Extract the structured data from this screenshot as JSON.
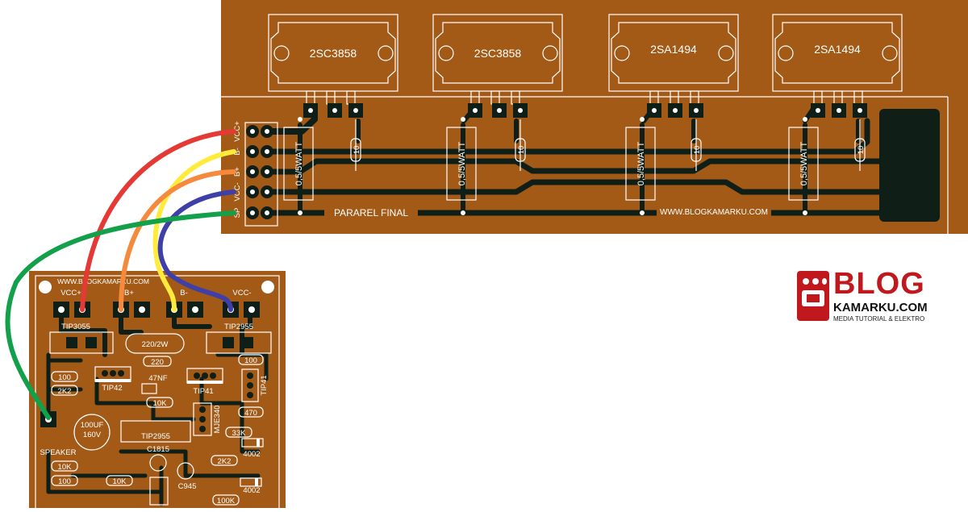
{
  "power_board": {
    "transistors": [
      "2SC3858",
      "2SC3858",
      "2SA1494",
      "2SA1494"
    ],
    "resistor_watt_label": "0,5/5WATT",
    "resistor_small_label": "10",
    "connector_labels": [
      "VCC+",
      "B-",
      "B+",
      "VCC-",
      "SP"
    ],
    "footer_left": "PARAREL FINAL",
    "footer_right": "WWW.BLOGKAMARKU.COM"
  },
  "driver_board": {
    "site": "WWW.BLOGKAMARKU.COM",
    "top_labels": [
      "VCC+",
      "B+",
      "B-",
      "VCC-"
    ],
    "components": {
      "tip3055": "TIP3055",
      "tip2955_top": "TIP2955",
      "r220_2w": "220/2W",
      "r220": "220",
      "r100_top": "100",
      "r100_left": "100",
      "r2k2_left": "2K2",
      "tip42": "TIP42",
      "c47nf": "47NF",
      "tip41_mid": "TIP41",
      "tip41_right": "TIP41",
      "r10k_mid": "10K",
      "mje340": "MJE340",
      "r470": "470",
      "cap_value": "100UF",
      "cap_voltage": "160V",
      "tip2955_bottom": "TIP2955",
      "r33k": "33K",
      "c1815": "C1815",
      "speaker": "SPEAKER",
      "r10k_left": "10K",
      "r2k2_right": "2K2",
      "d4002_a": "4002",
      "r100_bottom": "100",
      "r10k_bottom": "10K",
      "c945": "C945",
      "d4002_b": "4002",
      "r100k": "100K"
    }
  },
  "wires": [
    {
      "name": "VCC+",
      "color": "#e53935"
    },
    {
      "name": "B-",
      "color": "#ffeb3b"
    },
    {
      "name": "B+",
      "color": "#f58a3c"
    },
    {
      "name": "VCC-",
      "color": "#3f3fa8"
    },
    {
      "name": "SP",
      "color": "#13a04a"
    }
  ],
  "logo": {
    "title": "BLOG",
    "subtitle": "KAMARKU.COM",
    "tagline": "MEDIA TUTORIAL & ELEKTRO",
    "accent_color": "#c0181c"
  },
  "colors": {
    "board": "#a25a16",
    "copper": "#0f1f18",
    "silkscreen": "#ffffff"
  }
}
